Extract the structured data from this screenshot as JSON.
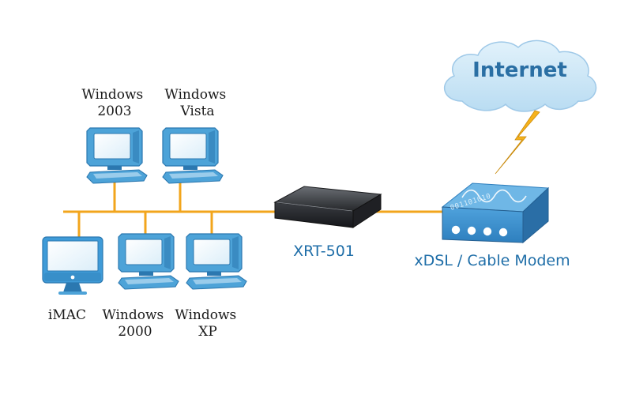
{
  "colors": {
    "bus_line": "#f2a51c",
    "label_blue": "#1f6ea8",
    "internet_text": "#2a6fa4",
    "cloud_fill": "#c9e4f5",
    "computer_blue": "#4da3d8",
    "computer_dark": "#2b78b0",
    "router_dark": "#2d2f33",
    "modem_blue": "#3d8fcc",
    "lightning": "#f6b21b"
  },
  "cloud": {
    "label": "Internet",
    "icon": "cloud-icon"
  },
  "link": {
    "icon": "lightning-icon"
  },
  "modem": {
    "label": "xDSL / Cable Modem",
    "bits": "001101010",
    "icon": "modem-icon"
  },
  "router": {
    "label": "XRT-501",
    "icon": "router-icon"
  },
  "clients": [
    {
      "line1": "Windows",
      "line2": "2003",
      "icon": "desktop-computer-icon"
    },
    {
      "line1": "Windows",
      "line2": "Vista",
      "icon": "desktop-computer-icon"
    },
    {
      "line1": "iMAC",
      "line2": "",
      "icon": "imac-icon"
    },
    {
      "line1": "Windows",
      "line2": "2000",
      "icon": "desktop-computer-icon"
    },
    {
      "line1": "Windows",
      "line2": "XP",
      "icon": "desktop-computer-icon"
    }
  ]
}
